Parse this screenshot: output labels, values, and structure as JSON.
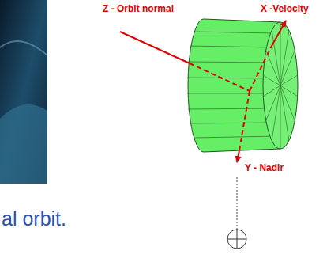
{
  "diagram": {
    "labels": [
      "Z - Orbit normal",
      "X -Velocity",
      "Y - Nadir",
      "al orbit."
    ]
  }
}
